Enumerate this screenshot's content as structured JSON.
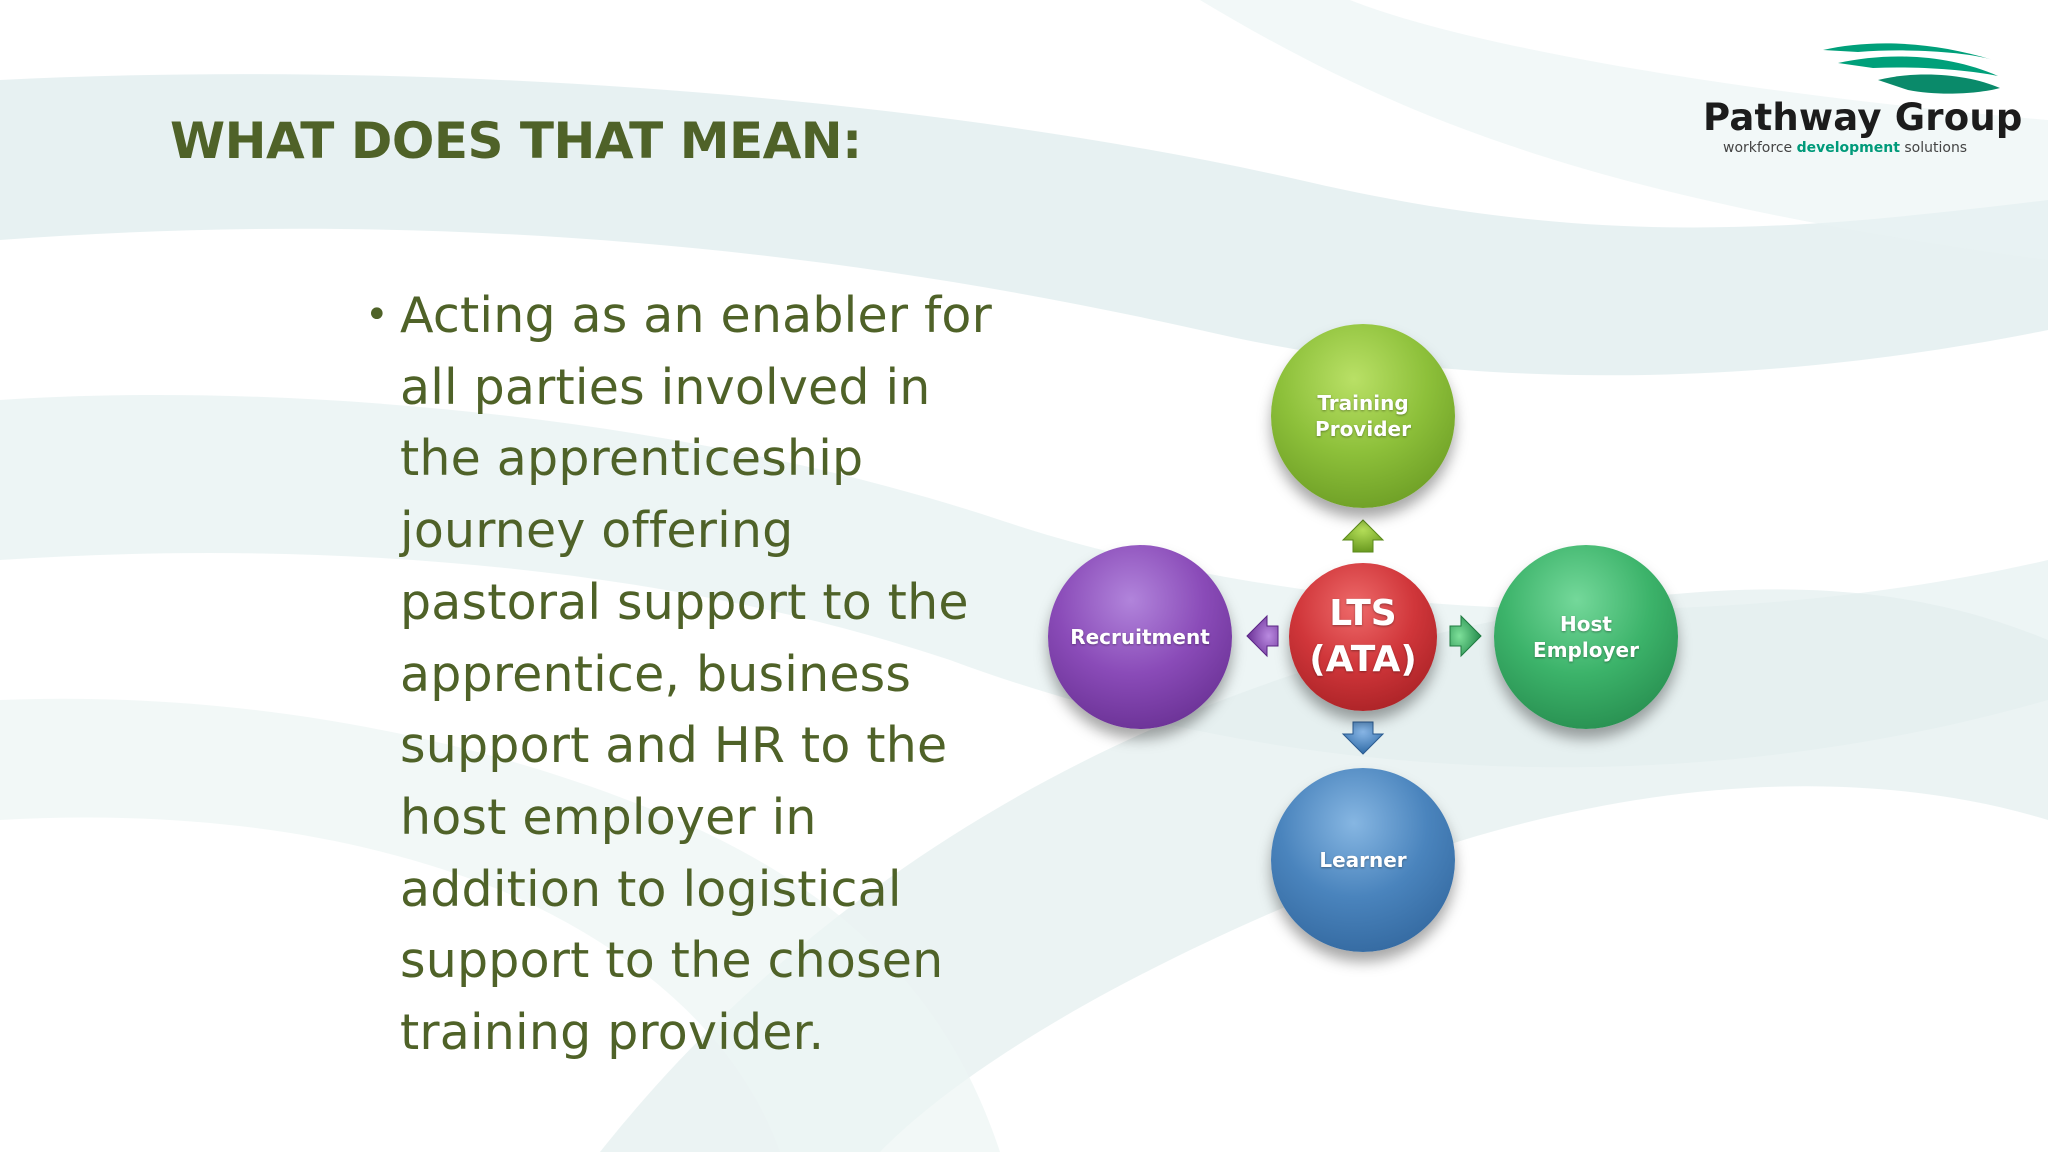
{
  "slide": {
    "title": "WHAT DOES THAT MEAN:",
    "bullets": [
      "Acting as an enabler for all parties involved in the apprenticeship journey offering pastoral support to the apprentice, business support and HR to the host employer in addition to logistical support to the chosen training provider."
    ]
  },
  "logo": {
    "name": "Pathway Group",
    "tagline_pre": "workforce ",
    "tagline_highlight": "development",
    "tagline_post": " solutions"
  },
  "diagram": {
    "center": {
      "label": "LTS\n(ATA)",
      "color": "#c0282c"
    },
    "nodes": [
      {
        "id": "training-provider",
        "label": "Training\nProvider",
        "color": "#7fb52b",
        "direction": "up"
      },
      {
        "id": "host-employer",
        "label": "Host\nEmployer",
        "color": "#2fa55f",
        "direction": "right"
      },
      {
        "id": "learner",
        "label": "Learner",
        "color": "#3a76b0",
        "direction": "down"
      },
      {
        "id": "recruitment",
        "label": "Recruitment",
        "color": "#7b3fa5",
        "direction": "left"
      }
    ]
  },
  "colors": {
    "title_text": "#4f6228",
    "body_text": "#4f6228",
    "logo_swoosh": "#00a07a"
  }
}
